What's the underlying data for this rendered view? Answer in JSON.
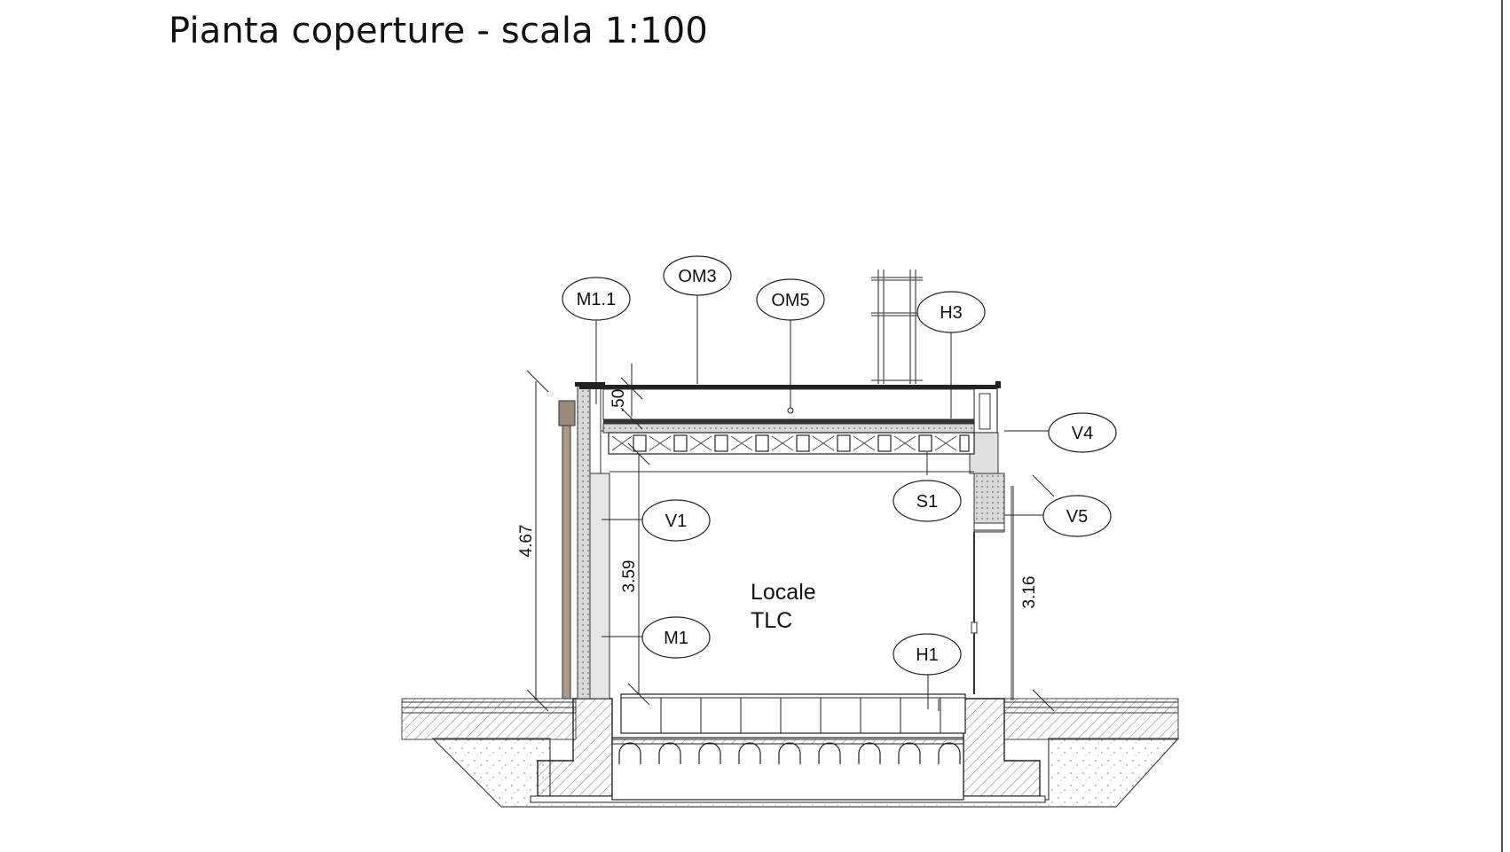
{
  "title": "Pianta coperture - scala 1:100",
  "room": {
    "line1": "Locale",
    "line2": "TLC"
  },
  "tags": {
    "m1_1": "M1.1",
    "om3": "OM3",
    "om5": "OM5",
    "h3": "H3",
    "v4": "V4",
    "s1": "S1",
    "v5": "V5",
    "v1": "V1",
    "m1": "M1",
    "h1": "H1"
  },
  "dimensions": {
    "total_height": "4.67",
    "interior_height": "3.59",
    "parapet": ".50",
    "opening_height": "3.16"
  }
}
